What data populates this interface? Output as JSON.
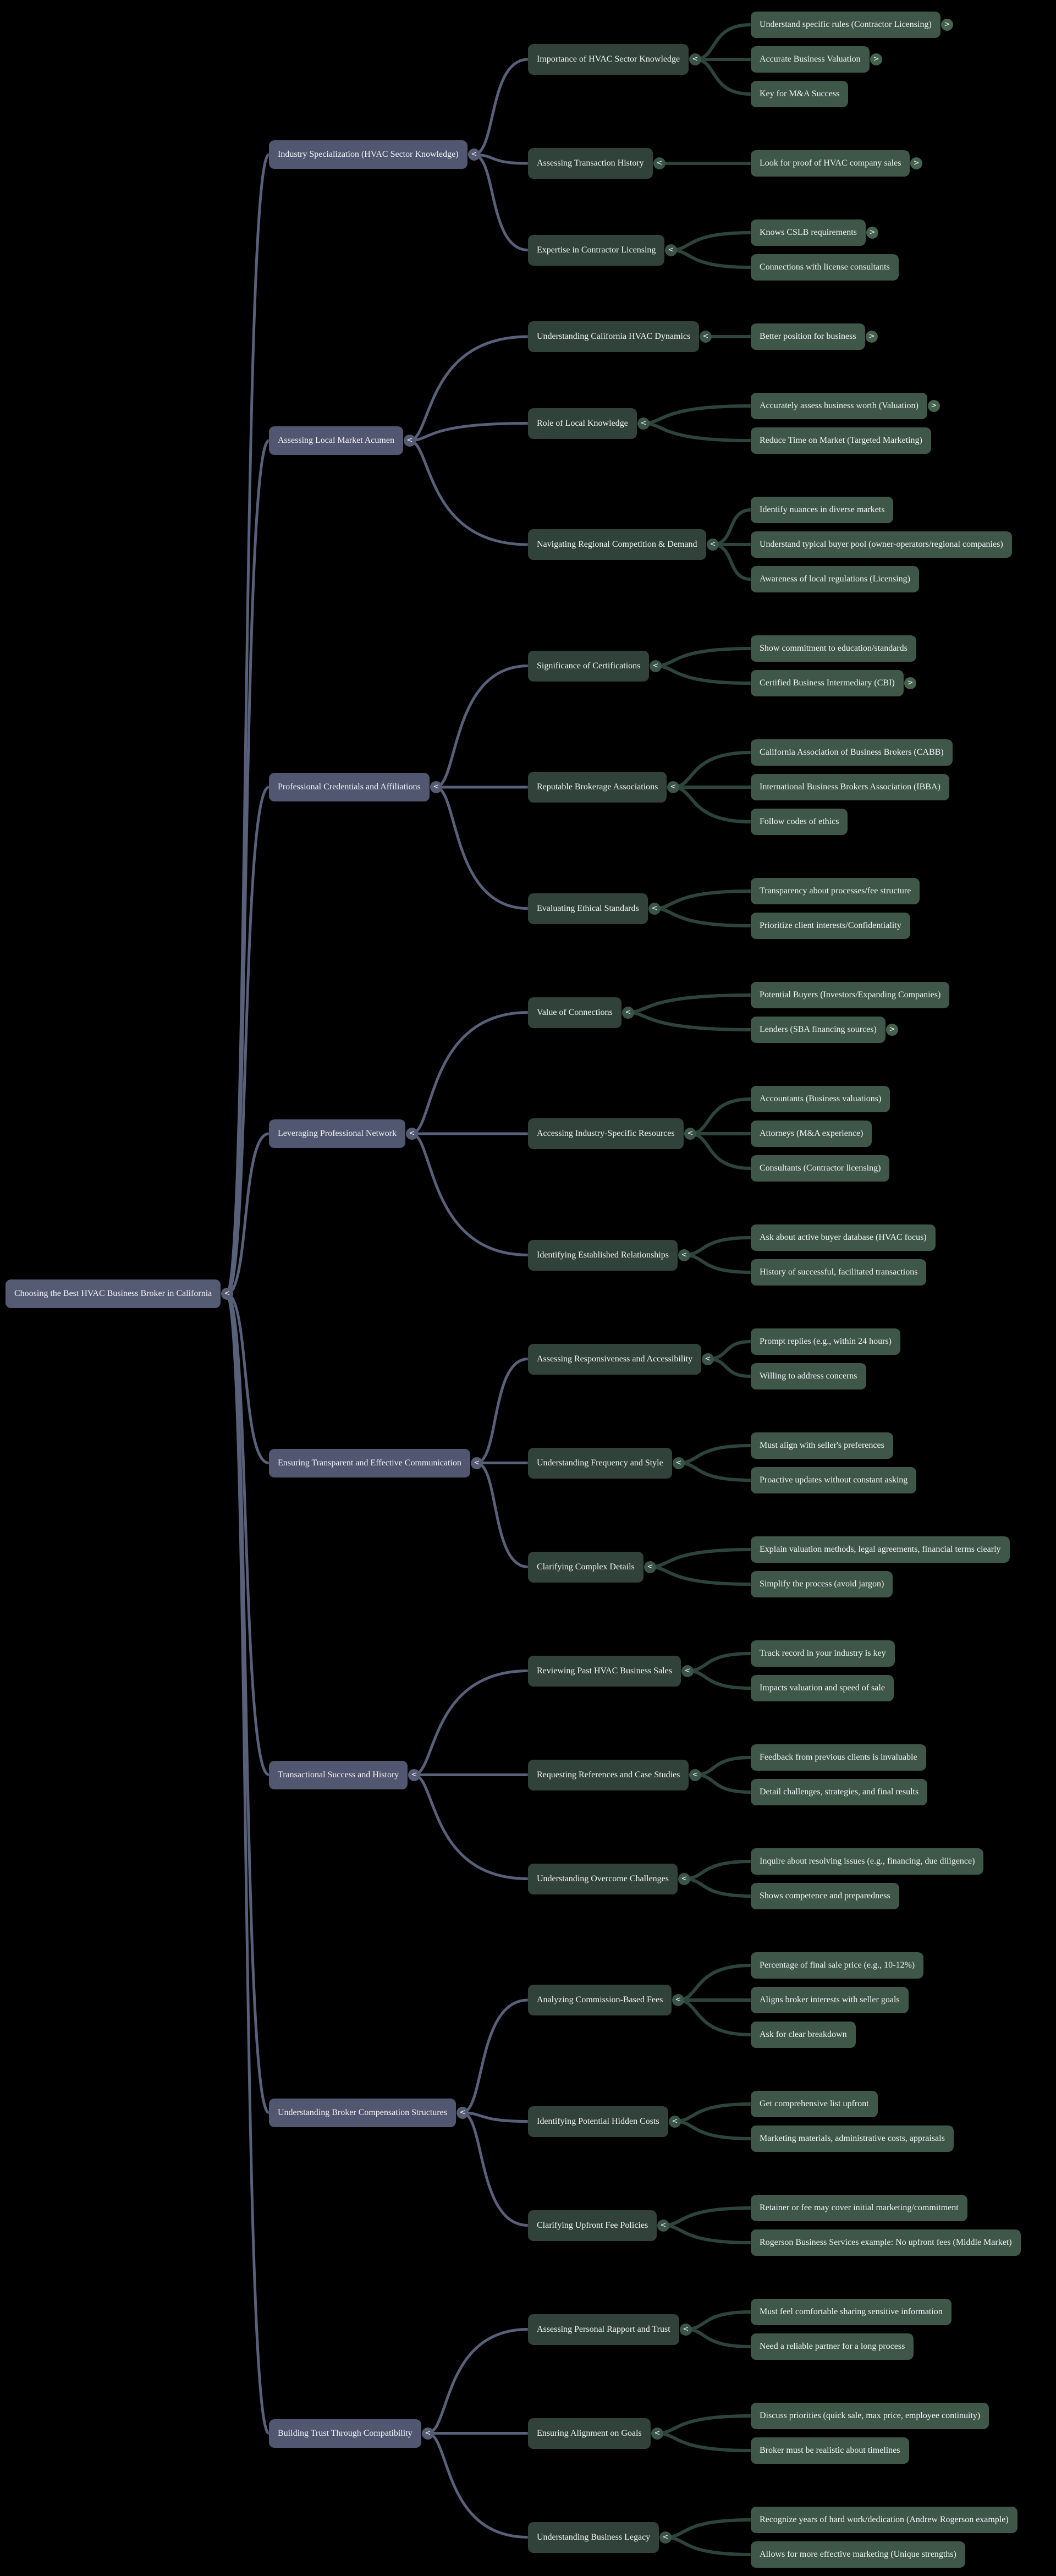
{
  "colors": {
    "background": "#000000",
    "root_fill": "#565b74",
    "branch_fill": "#515770",
    "sub_fill": "#30423a",
    "leaf_fill": "#3e5748",
    "link_blue": "#58607a",
    "link_green": "#2d443c",
    "collapse_green": "#3a544a",
    "expand_fill": "#45624e",
    "text": "#f2f4f6"
  },
  "buttons": {
    "collapse_glyph": "<",
    "expand_glyph": ">"
  },
  "tree": {
    "label": "Choosing the Best HVAC Business Broker in California",
    "children": [
      {
        "label": "Industry Specialization (HVAC Sector Knowledge)",
        "children": [
          {
            "label": "Importance of HVAC Sector Knowledge",
            "children": [
              {
                "label": "Understand specific rules (Contractor Licensing)",
                "expandable": true
              },
              {
                "label": "Accurate Business Valuation",
                "expandable": true
              },
              {
                "label": "Key for M&A Success"
              }
            ]
          },
          {
            "label": "Assessing Transaction History",
            "children": [
              {
                "label": "Look for proof of HVAC company sales",
                "expandable": true
              }
            ]
          },
          {
            "label": "Expertise in Contractor Licensing",
            "children": [
              {
                "label": "Knows CSLB requirements",
                "expandable": true
              },
              {
                "label": "Connections with license consultants"
              }
            ]
          }
        ]
      },
      {
        "label": "Assessing Local Market Acumen",
        "children": [
          {
            "label": "Understanding California HVAC Dynamics",
            "children": [
              {
                "label": "Better position for business",
                "expandable": true
              }
            ]
          },
          {
            "label": "Role of Local Knowledge",
            "children": [
              {
                "label": "Accurately assess business worth (Valuation)",
                "expandable": true
              },
              {
                "label": "Reduce Time on Market (Targeted Marketing)"
              }
            ]
          },
          {
            "label": "Navigating Regional Competition & Demand",
            "children": [
              {
                "label": "Identify nuances in diverse markets"
              },
              {
                "label": "Understand typical buyer pool (owner-operators/regional companies)"
              },
              {
                "label": "Awareness of local regulations (Licensing)"
              }
            ]
          }
        ]
      },
      {
        "label": "Professional Credentials and Affiliations",
        "children": [
          {
            "label": "Significance of Certifications",
            "children": [
              {
                "label": "Show commitment to education/standards"
              },
              {
                "label": "Certified Business Intermediary (CBI)",
                "expandable": true
              }
            ]
          },
          {
            "label": "Reputable Brokerage Associations",
            "children": [
              {
                "label": "California Association of Business Brokers (CABB)"
              },
              {
                "label": "International Business Brokers Association (IBBA)"
              },
              {
                "label": "Follow codes of ethics"
              }
            ]
          },
          {
            "label": "Evaluating Ethical Standards",
            "children": [
              {
                "label": "Transparency about processes/fee structure"
              },
              {
                "label": "Prioritize client interests/Confidentiality"
              }
            ]
          }
        ]
      },
      {
        "label": "Leveraging Professional Network",
        "children": [
          {
            "label": "Value of Connections",
            "children": [
              {
                "label": "Potential Buyers (Investors/Expanding Companies)"
              },
              {
                "label": "Lenders (SBA financing sources)",
                "expandable": true
              }
            ]
          },
          {
            "label": "Accessing Industry-Specific Resources",
            "children": [
              {
                "label": "Accountants (Business valuations)"
              },
              {
                "label": "Attorneys (M&A experience)"
              },
              {
                "label": "Consultants (Contractor licensing)"
              }
            ]
          },
          {
            "label": "Identifying Established Relationships",
            "children": [
              {
                "label": "Ask about active buyer database (HVAC focus)"
              },
              {
                "label": "History of successful, facilitated transactions"
              }
            ]
          }
        ]
      },
      {
        "label": "Ensuring Transparent and Effective Communication",
        "children": [
          {
            "label": "Assessing Responsiveness and Accessibility",
            "children": [
              {
                "label": "Prompt replies (e.g., within 24 hours)"
              },
              {
                "label": "Willing to address concerns"
              }
            ]
          },
          {
            "label": "Understanding Frequency and Style",
            "children": [
              {
                "label": "Must align with seller's preferences"
              },
              {
                "label": "Proactive updates without constant asking"
              }
            ]
          },
          {
            "label": "Clarifying Complex Details",
            "children": [
              {
                "label": "Explain valuation methods, legal agreements, financial terms clearly"
              },
              {
                "label": "Simplify the process (avoid jargon)"
              }
            ]
          }
        ]
      },
      {
        "label": "Transactional Success and History",
        "children": [
          {
            "label": "Reviewing Past HVAC Business Sales",
            "children": [
              {
                "label": "Track record in your industry is key"
              },
              {
                "label": "Impacts valuation and speed of sale"
              }
            ]
          },
          {
            "label": "Requesting References and Case Studies",
            "children": [
              {
                "label": "Feedback from previous clients is invaluable"
              },
              {
                "label": "Detail challenges, strategies, and final results"
              }
            ]
          },
          {
            "label": "Understanding Overcome Challenges",
            "children": [
              {
                "label": "Inquire about resolving issues (e.g., financing, due diligence)"
              },
              {
                "label": "Shows competence and preparedness"
              }
            ]
          }
        ]
      },
      {
        "label": "Understanding Broker Compensation Structures",
        "children": [
          {
            "label": "Analyzing Commission-Based Fees",
            "children": [
              {
                "label": "Percentage of final sale price (e.g., 10-12%)"
              },
              {
                "label": "Aligns broker interests with seller goals"
              },
              {
                "label": "Ask for clear breakdown"
              }
            ]
          },
          {
            "label": "Identifying Potential Hidden Costs",
            "children": [
              {
                "label": "Get comprehensive list upfront"
              },
              {
                "label": "Marketing materials, administrative costs, appraisals"
              }
            ]
          },
          {
            "label": "Clarifying Upfront Fee Policies",
            "children": [
              {
                "label": "Retainer or fee may cover initial marketing/commitment"
              },
              {
                "label": "Rogerson Business Services example: No upfront fees (Middle Market)"
              }
            ]
          }
        ]
      },
      {
        "label": "Building Trust Through Compatibility",
        "children": [
          {
            "label": "Assessing Personal Rapport and Trust",
            "children": [
              {
                "label": "Must feel comfortable sharing sensitive information"
              },
              {
                "label": "Need a reliable partner for a long process"
              }
            ]
          },
          {
            "label": "Ensuring Alignment on Goals",
            "children": [
              {
                "label": "Discuss priorities (quick sale, max price, employee continuity)"
              },
              {
                "label": "Broker must be realistic about timelines"
              }
            ]
          },
          {
            "label": "Understanding Business Legacy",
            "children": [
              {
                "label": "Recognize years of hard work/dedication (Andrew Rogerson example)"
              },
              {
                "label": "Allows for more effective marketing (Unique strengths)"
              }
            ]
          }
        ]
      }
    ]
  }
}
